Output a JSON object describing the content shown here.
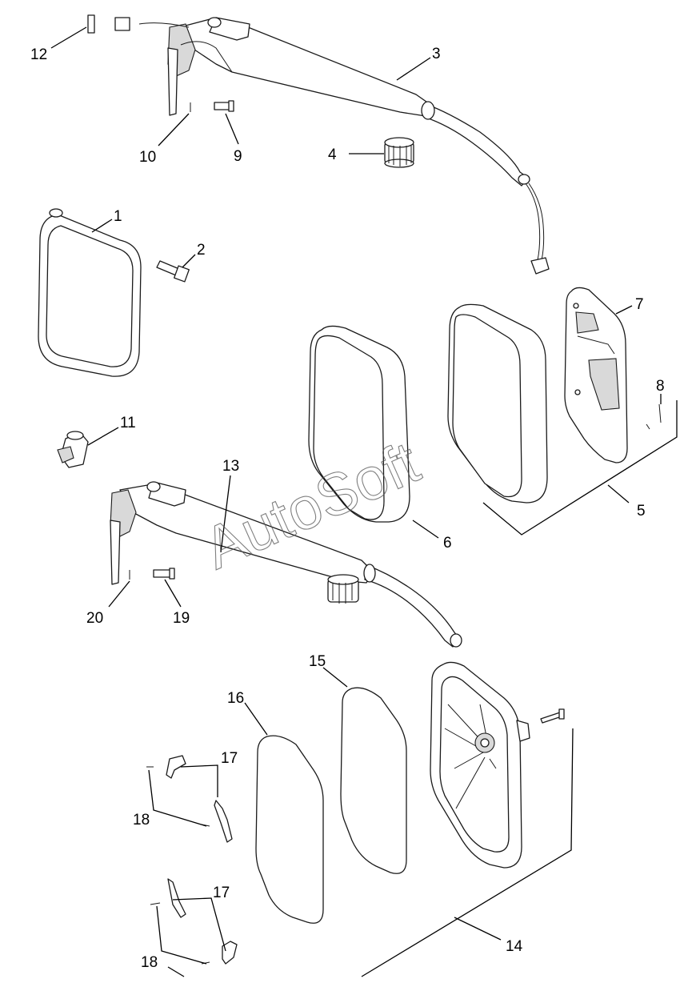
{
  "callouts": [
    {
      "id": "c1",
      "text": "1"
    },
    {
      "id": "c2",
      "text": "2"
    },
    {
      "id": "c3",
      "text": "3"
    },
    {
      "id": "c4",
      "text": "4"
    },
    {
      "id": "c5",
      "text": "5"
    },
    {
      "id": "c6",
      "text": "6"
    },
    {
      "id": "c7",
      "text": "7"
    },
    {
      "id": "c8",
      "text": "8"
    },
    {
      "id": "c9",
      "text": "9"
    },
    {
      "id": "c10",
      "text": "10"
    },
    {
      "id": "c11",
      "text": "11"
    },
    {
      "id": "c12",
      "text": "12"
    },
    {
      "id": "c13",
      "text": "13"
    },
    {
      "id": "c14",
      "text": "14"
    },
    {
      "id": "c15",
      "text": "15"
    },
    {
      "id": "c16",
      "text": "16"
    },
    {
      "id": "c17a",
      "text": "17"
    },
    {
      "id": "c17b",
      "text": "17"
    },
    {
      "id": "c18a",
      "text": "18"
    },
    {
      "id": "c18b",
      "text": "18"
    },
    {
      "id": "c19",
      "text": "19"
    },
    {
      "id": "c20",
      "text": "20"
    }
  ],
  "watermark": "AutoSoft",
  "colors": {
    "line": "#1a1a1a",
    "background": "#ffffff",
    "watermark": "#555555"
  }
}
